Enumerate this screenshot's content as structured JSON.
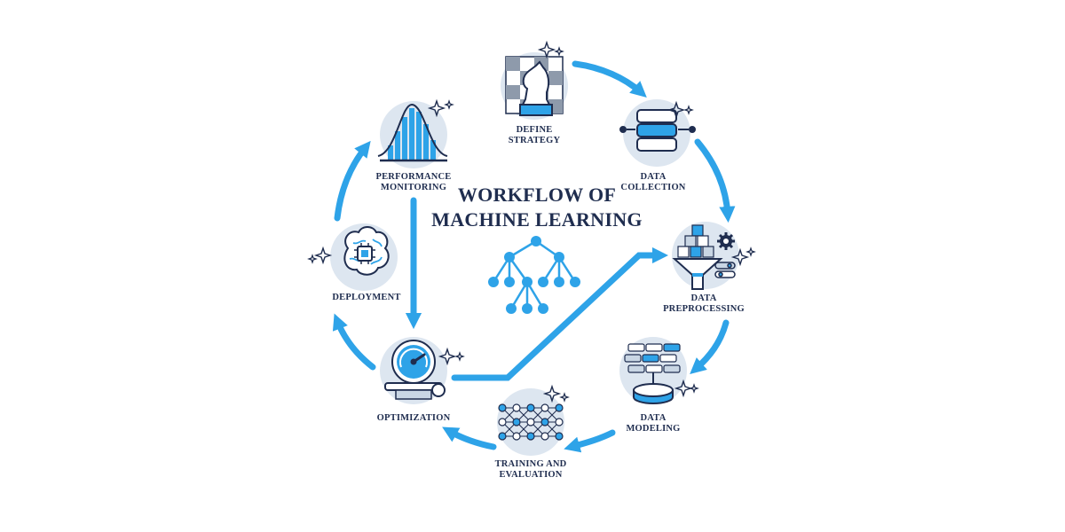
{
  "title": {
    "line1": "WORKFLOW OF",
    "line2": "MACHINE LEARNING"
  },
  "steps": [
    {
      "label": "DEFINE\nSTRATEGY",
      "icon": "chess-knight-icon"
    },
    {
      "label": "DATA\nCOLLECTION",
      "icon": "database-icon"
    },
    {
      "label": "DATA\nPREPROCESSING",
      "icon": "funnel-icon"
    },
    {
      "label": "DATA\nMODELING",
      "icon": "data-blocks-icon"
    },
    {
      "label": "TRAINING AND\nEVALUATION",
      "icon": "neural-network-icon"
    },
    {
      "label": "OPTIMIZATION",
      "icon": "speedometer-monitor-icon"
    },
    {
      "label": "DEPLOYMENT",
      "icon": "brain-chip-icon"
    },
    {
      "label": "PERFORMANCE\nMONITORING",
      "icon": "bell-curve-chart-icon"
    }
  ],
  "colors": {
    "accent": "#2ea3e8",
    "dark": "#1f2d4f",
    "circle": "#dde6f0",
    "light_block": "#c9d6e4"
  }
}
